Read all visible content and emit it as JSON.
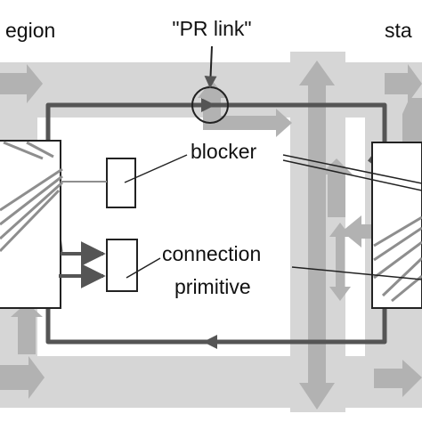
{
  "labels": {
    "region": "egion",
    "pr_link": "\"PR link\"",
    "static": "sta",
    "blocker": "blocker",
    "connection": "connection",
    "primitive": "primitive"
  },
  "colors": {
    "background": "#ffffff",
    "routing_gray": "#d6d6d6",
    "arrow_gray": "#b2b2b2",
    "line_dark": "#555555",
    "text": "#111111"
  }
}
